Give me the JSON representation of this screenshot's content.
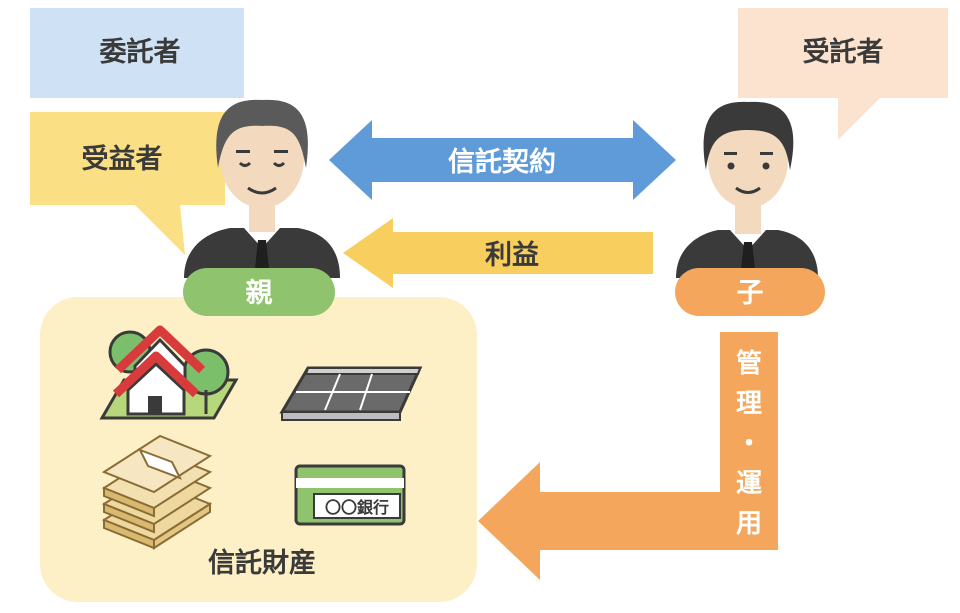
{
  "labels": {
    "settlor": "委託者",
    "beneficiary": "受益者",
    "trustee": "受託者",
    "trust_contract": "信託契約",
    "profit": "利益",
    "management_vertical": [
      "管",
      "理",
      "・",
      "運",
      "用"
    ],
    "parent": "親",
    "child": "子",
    "trust_property": "信託財産",
    "bank_card": "〇〇銀行"
  },
  "icons": {
    "parent_person": "parent-person-icon",
    "child_person": "child-person-icon",
    "house": "house-icon",
    "parking_lot": "parking-lot-icon",
    "cash_stack": "cash-stack-icon",
    "bank_card": "bank-card-icon"
  },
  "colors": {
    "settlor_bubble": "#cfe2f5",
    "beneficiary_bubble": "#fbdf85",
    "trustee_bubble": "#fbe3cf",
    "contract_arrow": "#5f9bd9",
    "profit_arrow": "#f8cf5e",
    "management_arrow": "#f4a75c",
    "parent_badge": "#8fc36d",
    "child_badge": "#f4a75c",
    "property_box": "#fdf0c6",
    "label_text": "#3a3a3a",
    "arrow_text": "#ffffff"
  }
}
